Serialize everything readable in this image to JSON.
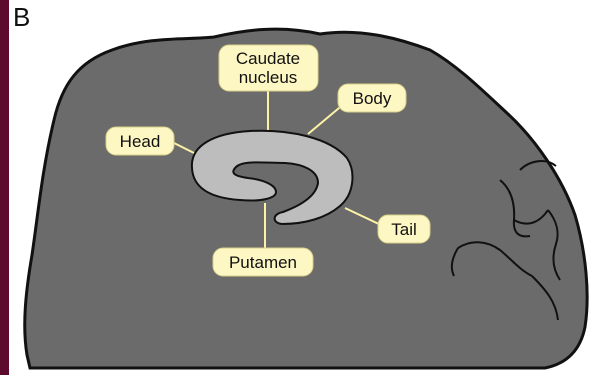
{
  "figure": {
    "panel_letter": "B",
    "colors": {
      "left_bar": "#5c0a2e",
      "brain_fill": "#6b6b6b",
      "brain_outline": "#111111",
      "structure_fill": "#bdbdbd",
      "label_fill": "#fdf7c3",
      "leader_line": "#fdf2a6"
    },
    "labels": {
      "caudate_line1": "Caudate",
      "caudate_line2": "nucleus",
      "body": "Body",
      "head": "Head",
      "tail": "Tail",
      "putamen": "Putamen"
    }
  }
}
